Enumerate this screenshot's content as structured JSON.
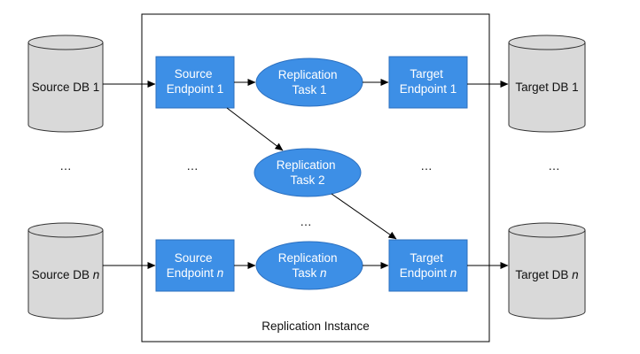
{
  "colors": {
    "endpoint_fill": "#3d8fe6",
    "endpoint_stroke": "#2b6fbf",
    "task_fill": "#3d8fe6",
    "db_fill": "#d9d9d9",
    "db_stroke": "#333333",
    "frame_stroke": "#000000",
    "arrow": "#000000"
  },
  "instance": {
    "label": "Replication Instance"
  },
  "source_dbs": [
    {
      "label": "Source DB",
      "suffix": "1",
      "suffix_italic": false
    },
    {
      "label": "Source DB",
      "suffix": "n",
      "suffix_italic": true
    }
  ],
  "target_dbs": [
    {
      "label": "Target DB",
      "suffix": "1",
      "suffix_italic": false
    },
    {
      "label": "Target DB",
      "suffix": "n",
      "suffix_italic": true
    }
  ],
  "source_endpoints": [
    {
      "line1": "Source",
      "line2": "Endpoint",
      "suffix": "1",
      "suffix_italic": false
    },
    {
      "line1": "Source",
      "line2": "Endpoint",
      "suffix": "n",
      "suffix_italic": true
    }
  ],
  "target_endpoints": [
    {
      "line1": "Target",
      "line2": "Endpoint",
      "suffix": "1",
      "suffix_italic": false
    },
    {
      "line1": "Target",
      "line2": "Endpoint",
      "suffix": "n",
      "suffix_italic": true
    }
  ],
  "tasks": [
    {
      "line1": "Replication",
      "line2": "Task",
      "suffix": "1",
      "suffix_italic": false
    },
    {
      "line1": "Replication",
      "line2": "Task",
      "suffix": "2",
      "suffix_italic": false
    },
    {
      "line1": "Replication",
      "line2": "Task",
      "suffix": "n",
      "suffix_italic": true
    }
  ],
  "ellipsis": "…"
}
